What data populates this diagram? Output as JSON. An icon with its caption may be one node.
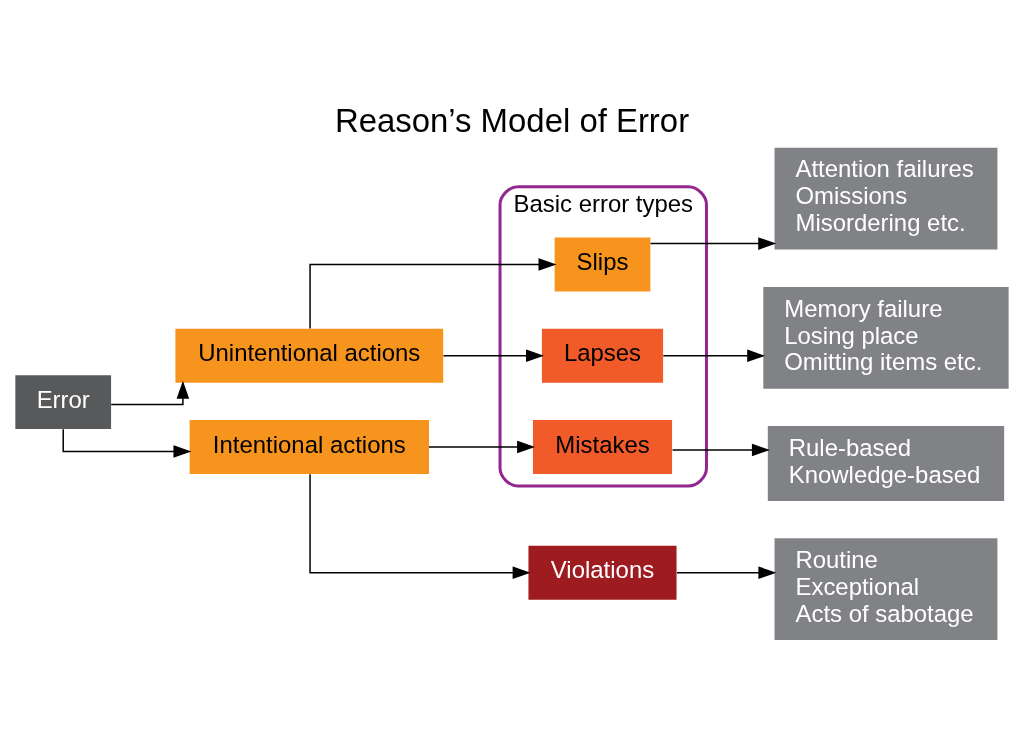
{
  "diagram": {
    "title": "Reason’s Model of Error",
    "nodes": [
      {
        "text": [
          "Error"
        ]
      },
      {
        "text": [
          "Unintentional actions"
        ]
      },
      {
        "text": [
          "Intentional actions"
        ]
      },
      {
        "text": [
          "Basic error types"
        ]
      },
      {
        "text": [
          "Slips"
        ],
        "in": 3
      },
      {
        "text": [
          "Lapses"
        ],
        "in": 3
      },
      {
        "text": [
          "Mistakes"
        ],
        "in": 3
      },
      {
        "text": [
          "Violations"
        ]
      },
      {
        "text": [
          "Attention failures",
          "Omissions",
          "Misordering etc."
        ]
      },
      {
        "text": [
          "Memory failure",
          "Losing place",
          "Omitting items etc."
        ]
      },
      {
        "text": [
          "Rule-based",
          "Knowledge-based"
        ]
      },
      {
        "text": [
          "Routine",
          "Exceptional",
          "Acts of sabotage"
        ]
      }
    ],
    "edges": [
      {
        "from": 0,
        "to": 1,
        "arrow": "to"
      },
      {
        "from": 0,
        "to": 2,
        "arrow": "to"
      },
      {
        "from": 1,
        "to": 4,
        "arrow": "to"
      },
      {
        "from": 1,
        "to": 5,
        "arrow": "to"
      },
      {
        "from": 2,
        "to": 6,
        "arrow": "to"
      },
      {
        "from": 2,
        "to": 7,
        "arrow": "to"
      },
      {
        "from": 4,
        "to": 8,
        "arrow": "to"
      },
      {
        "from": 5,
        "to": 9,
        "arrow": "to"
      },
      {
        "from": 6,
        "to": 10,
        "arrow": "to"
      },
      {
        "from": 7,
        "to": 11,
        "arrow": "to"
      }
    ]
  }
}
